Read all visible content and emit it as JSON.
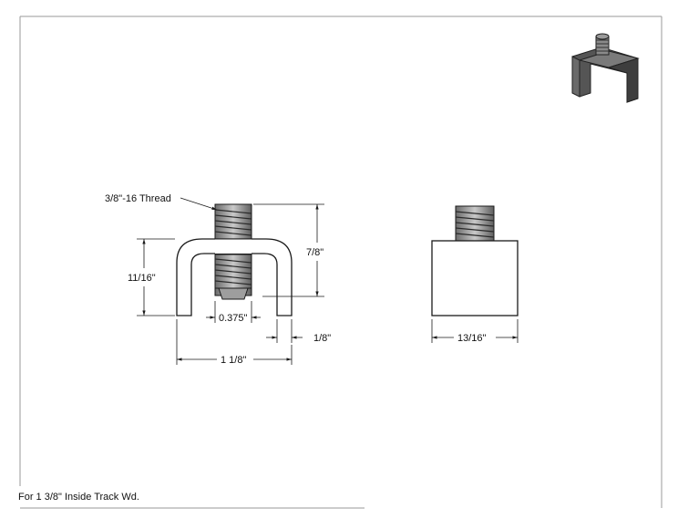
{
  "note": "For 1 3/8\" Inside Track Wd.",
  "labels": {
    "thread": "3/8\"-16 Thread",
    "height_overall": "7/8\"",
    "height_bracket": "11/16\"",
    "gap": "0.375\"",
    "thickness": "1/8\"",
    "width_front": "1 1/8\"",
    "width_side": "13/16\""
  },
  "colors": {
    "line": "#1a1a1a",
    "frame": "#9a9a9a",
    "thumbnail_body": "#4a4a4a"
  }
}
